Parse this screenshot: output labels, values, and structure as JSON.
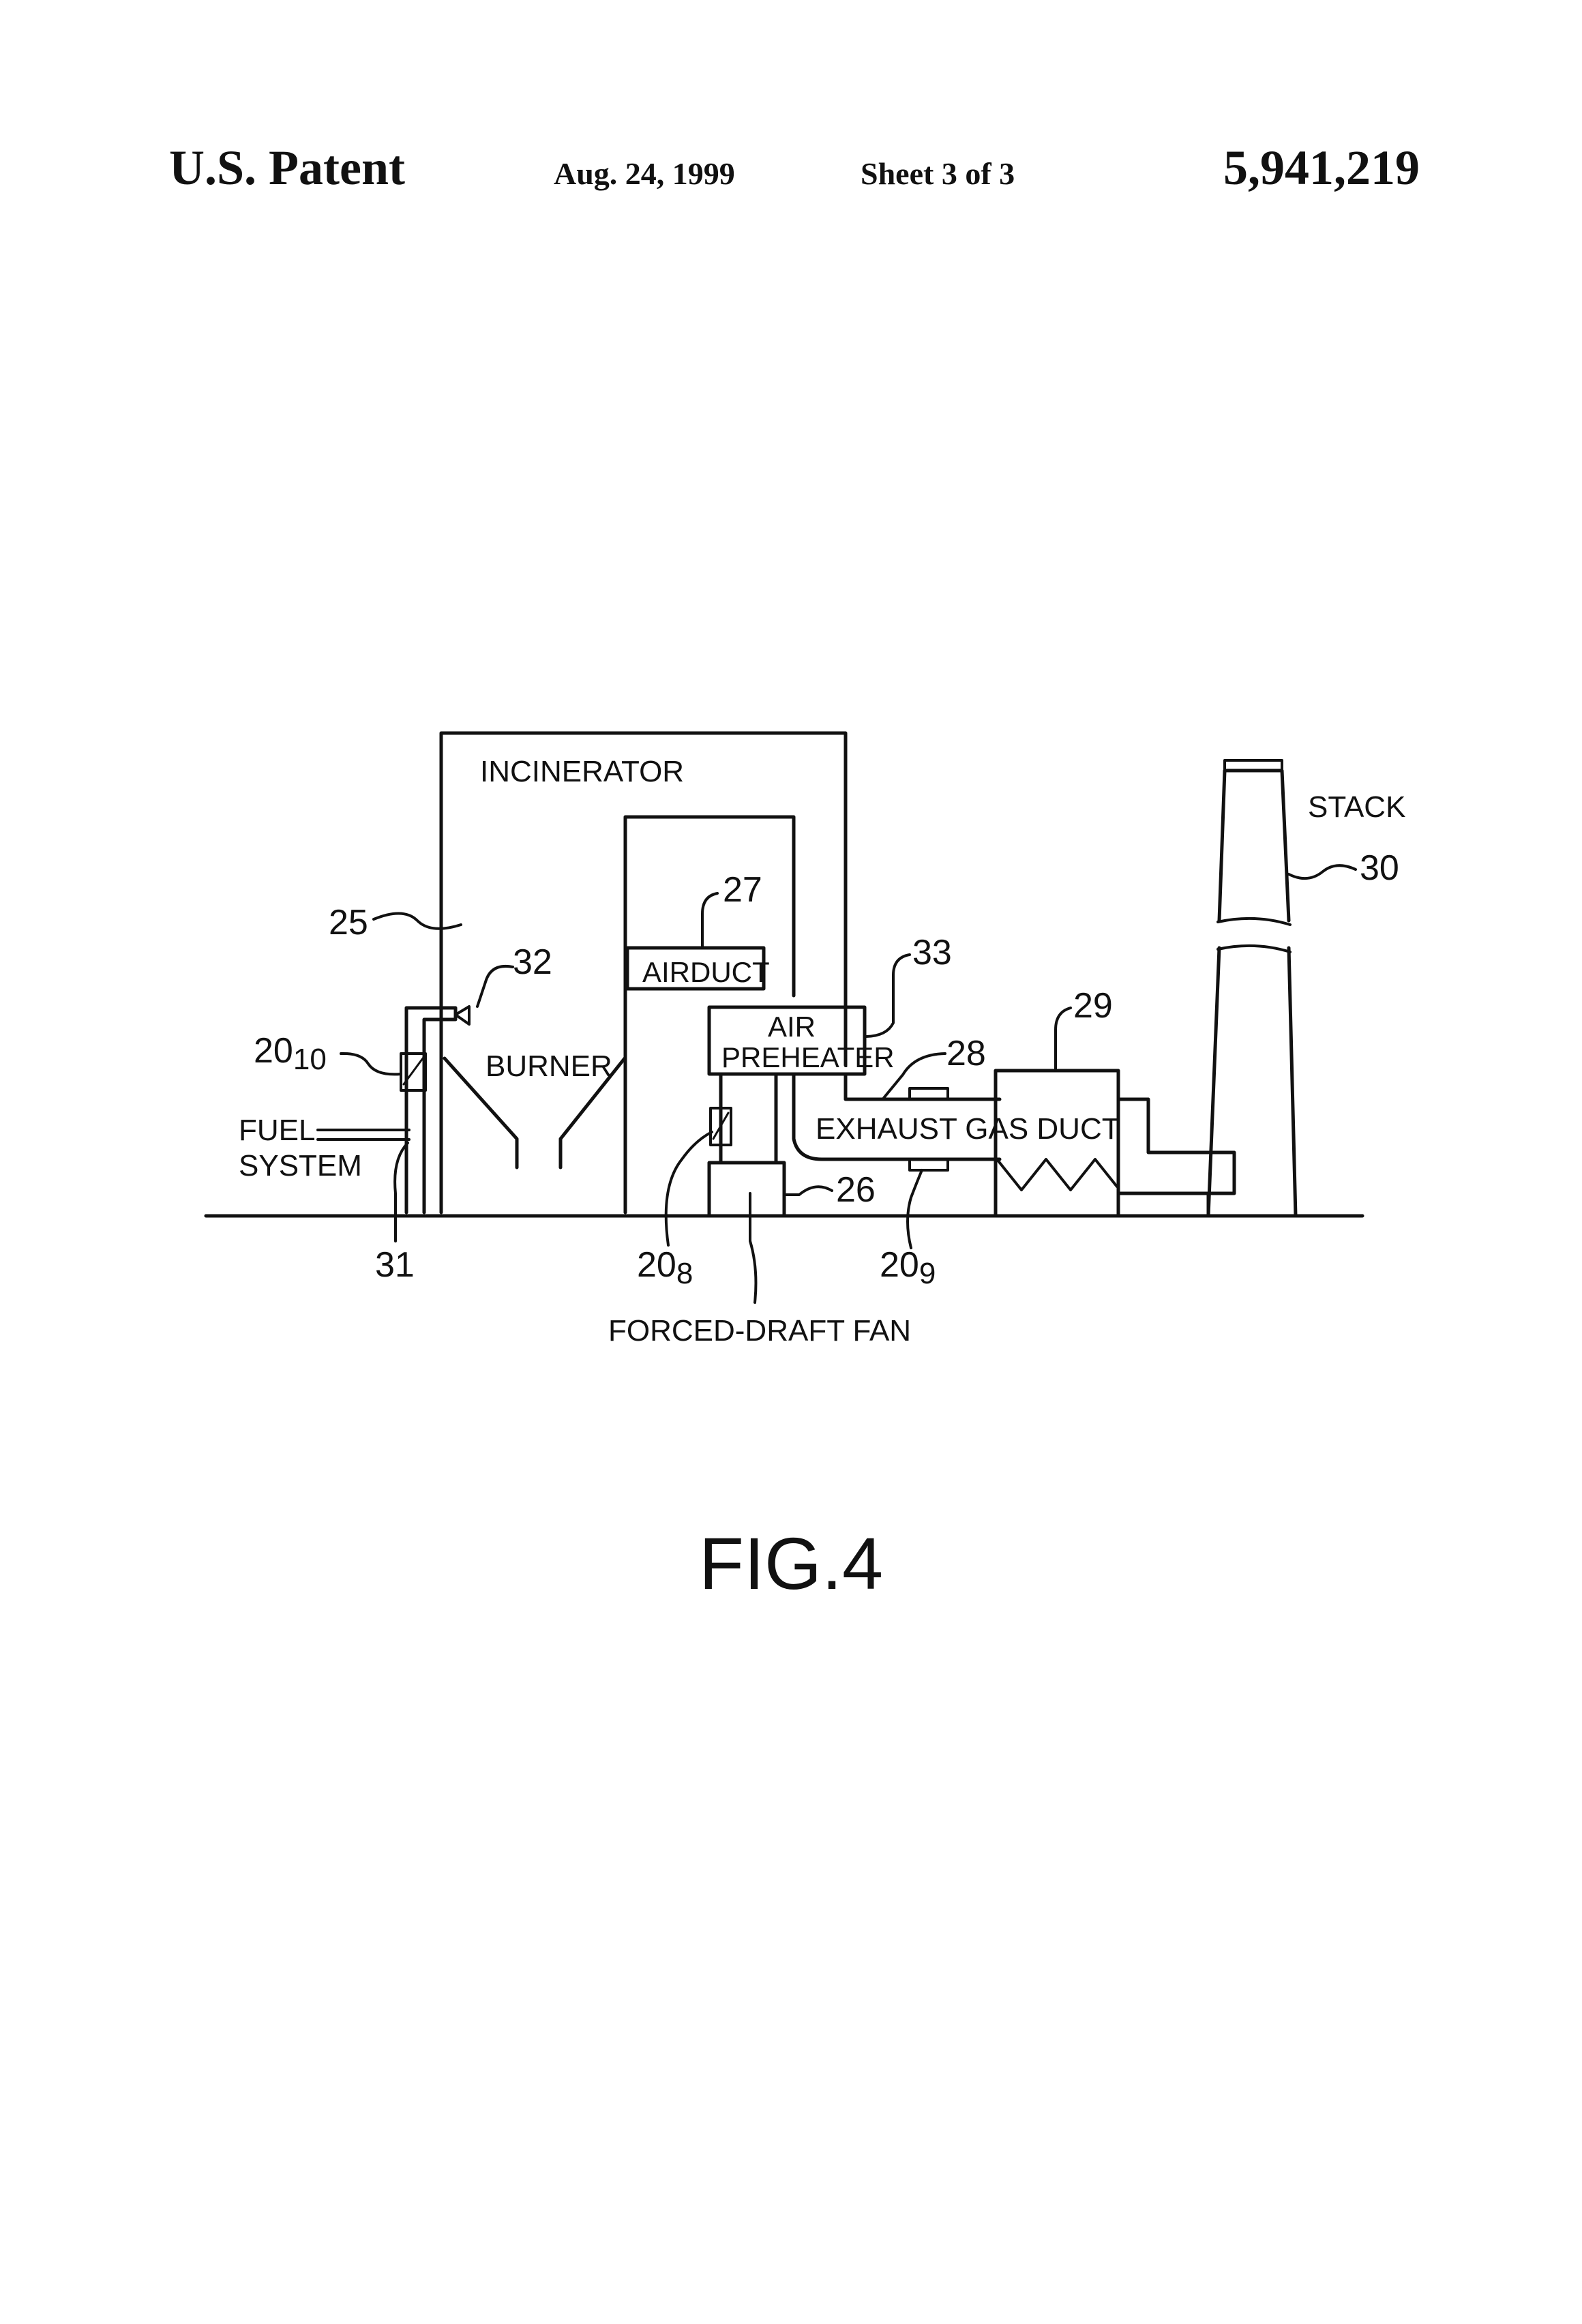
{
  "header": {
    "left": "U.S. Patent",
    "date": "Aug. 24, 1999",
    "sheet": "Sheet 3 of 3",
    "number": "5,941,219"
  },
  "labels": {
    "incinerator": "INCINERATOR",
    "stack": "STACK",
    "airduct": "AIRDUCT",
    "air": "AIR",
    "preheater": "PREHEATER",
    "burner": "BURNER",
    "exhaust_gas_duct": "EXHAUST GAS DUCT",
    "fuel": "FUEL",
    "system": "SYSTEM",
    "forced_draft_fan": "FORCED-DRAFT FAN"
  },
  "refs": {
    "r25": "25",
    "r27": "27",
    "r32": "32",
    "r33": "33",
    "r29": "29",
    "r28": "28",
    "r30": "30",
    "r26": "26",
    "r31": "31",
    "r20_base": "20",
    "r20_10": "10",
    "r20_8": "8",
    "r20_9": "9"
  },
  "figure_caption": "FIG.4"
}
